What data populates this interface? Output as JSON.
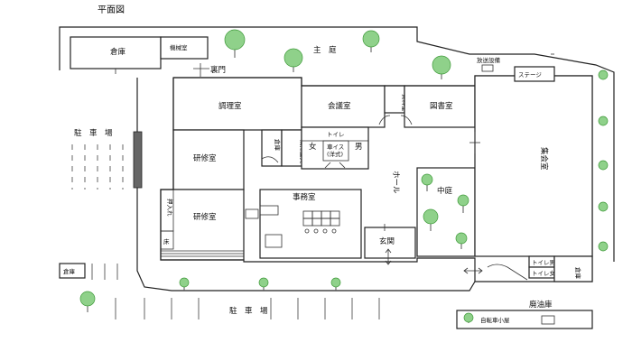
{
  "title": "平面図",
  "rooms": {
    "storage_top": "倉庫",
    "machine": "機械室",
    "back_gate": "裏門",
    "main_garden": "主　庭",
    "equipment": "放送設備",
    "stage": "ステージ",
    "kitchen": "調理室",
    "meeting": "会議室",
    "materials": "資料室",
    "library": "図書室",
    "hall_main": "集会室",
    "training1": "研修室",
    "storage_small": "倉庫",
    "cleaning": "清掃道具",
    "toilet": "トイレ",
    "women": "女",
    "men": "男",
    "accessible": "車イス",
    "accessible_sub": "(洋式)",
    "hall": "ホール",
    "courtyard": "中庭",
    "closet": "押入れ",
    "alcove": "床",
    "training2": "研修室",
    "office": "事務室",
    "entrance": "玄関",
    "toilet_men": "トイレ男",
    "toilet_women": "トイレ女",
    "storage_right": "倉庫",
    "parking_left": "駐　車　場",
    "storage_bottom": "倉庫",
    "parking_bottom": "駐　車　場",
    "oil_storage": "廃油庫",
    "bicycle": "自転車小屋"
  }
}
